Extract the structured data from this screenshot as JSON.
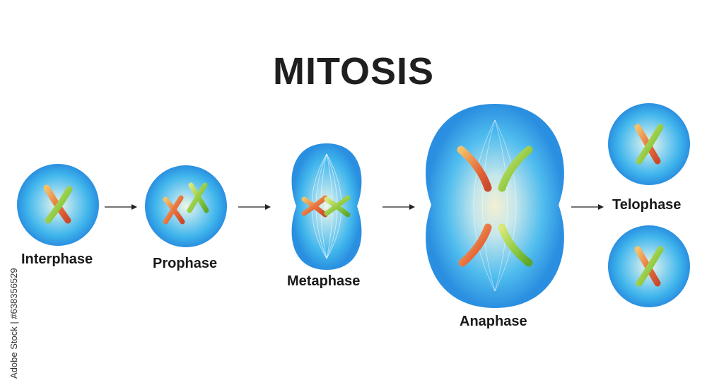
{
  "title": "MITOSIS",
  "stages": {
    "interphase": "Interphase",
    "prophase": "Prophase",
    "metaphase": "Metaphase",
    "anaphase": "Anaphase",
    "telophase": "Telophase"
  },
  "watermark": "Adobe Stock | #638356529",
  "colors": {
    "cell_edge": "#2a8fe0",
    "cell_mid": "#4cc0ee",
    "cell_center": "#e9f5e4",
    "chromatid_red": "#e36a3a",
    "chromatid_green": "#7fc13b",
    "arrow": "#222222"
  }
}
